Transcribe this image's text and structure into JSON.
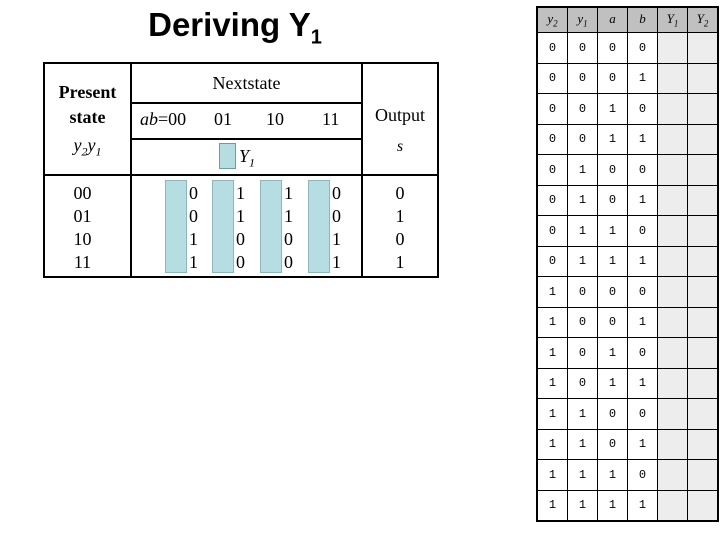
{
  "slide": {
    "title_main": "Deriving Y",
    "title_sub": "1"
  },
  "state_table": {
    "present_state": {
      "line1": "Present",
      "line2": "state",
      "var_y": "y",
      "var_y_sub1": "2",
      "var_y2": "y",
      "var_y_sub2": "1"
    },
    "nextstate_label": "Nextstate",
    "ab_label": "ab",
    "ab_eq": "=00",
    "col_headers": [
      "01",
      "10",
      "11"
    ],
    "legend": {
      "label": "Y",
      "label_sub": "1",
      "swatch_color": "#b6dde1"
    },
    "output": {
      "title": "Output",
      "var": "s"
    },
    "rows": [
      "00",
      "01",
      "10",
      "11"
    ],
    "next_state_columns": [
      {
        "header": "ab =00",
        "y1_digits": [
          "0",
          "0",
          "1",
          "1"
        ]
      },
      {
        "header": "01",
        "y1_digits": [
          "1",
          "1",
          "0",
          "0"
        ]
      },
      {
        "header": "10",
        "y1_digits": [
          "1",
          "1",
          "0",
          "0"
        ]
      },
      {
        "header": "11",
        "y1_digits": [
          "0",
          "0",
          "1",
          "1"
        ]
      }
    ],
    "output_values": [
      "0",
      "1",
      "0",
      "1"
    ]
  },
  "truth_table": {
    "headers": [
      {
        "var": "y",
        "sub": "2"
      },
      {
        "var": "y",
        "sub": "1"
      },
      {
        "var": "a",
        "sub": ""
      },
      {
        "var": "b",
        "sub": ""
      },
      {
        "var": "Y",
        "sub": "1"
      },
      {
        "var": "Y",
        "sub": "2"
      }
    ],
    "rows": [
      [
        "0",
        "0",
        "0",
        "0",
        "",
        ""
      ],
      [
        "0",
        "0",
        "0",
        "1",
        "",
        ""
      ],
      [
        "0",
        "0",
        "1",
        "0",
        "",
        ""
      ],
      [
        "0",
        "0",
        "1",
        "1",
        "",
        ""
      ],
      [
        "0",
        "1",
        "0",
        "0",
        "",
        ""
      ],
      [
        "0",
        "1",
        "0",
        "1",
        "",
        ""
      ],
      [
        "0",
        "1",
        "1",
        "0",
        "",
        ""
      ],
      [
        "0",
        "1",
        "1",
        "1",
        "",
        ""
      ],
      [
        "1",
        "0",
        "0",
        "0",
        "",
        ""
      ],
      [
        "1",
        "0",
        "0",
        "1",
        "",
        ""
      ],
      [
        "1",
        "0",
        "1",
        "0",
        "",
        ""
      ],
      [
        "1",
        "0",
        "1",
        "1",
        "",
        ""
      ],
      [
        "1",
        "1",
        "0",
        "0",
        "",
        ""
      ],
      [
        "1",
        "1",
        "0",
        "1",
        "",
        ""
      ],
      [
        "1",
        "1",
        "1",
        "0",
        "",
        ""
      ],
      [
        "1",
        "1",
        "1",
        "1",
        "",
        ""
      ]
    ],
    "header_bg": "#c0c0c0",
    "blank_bg": "#ededed"
  }
}
